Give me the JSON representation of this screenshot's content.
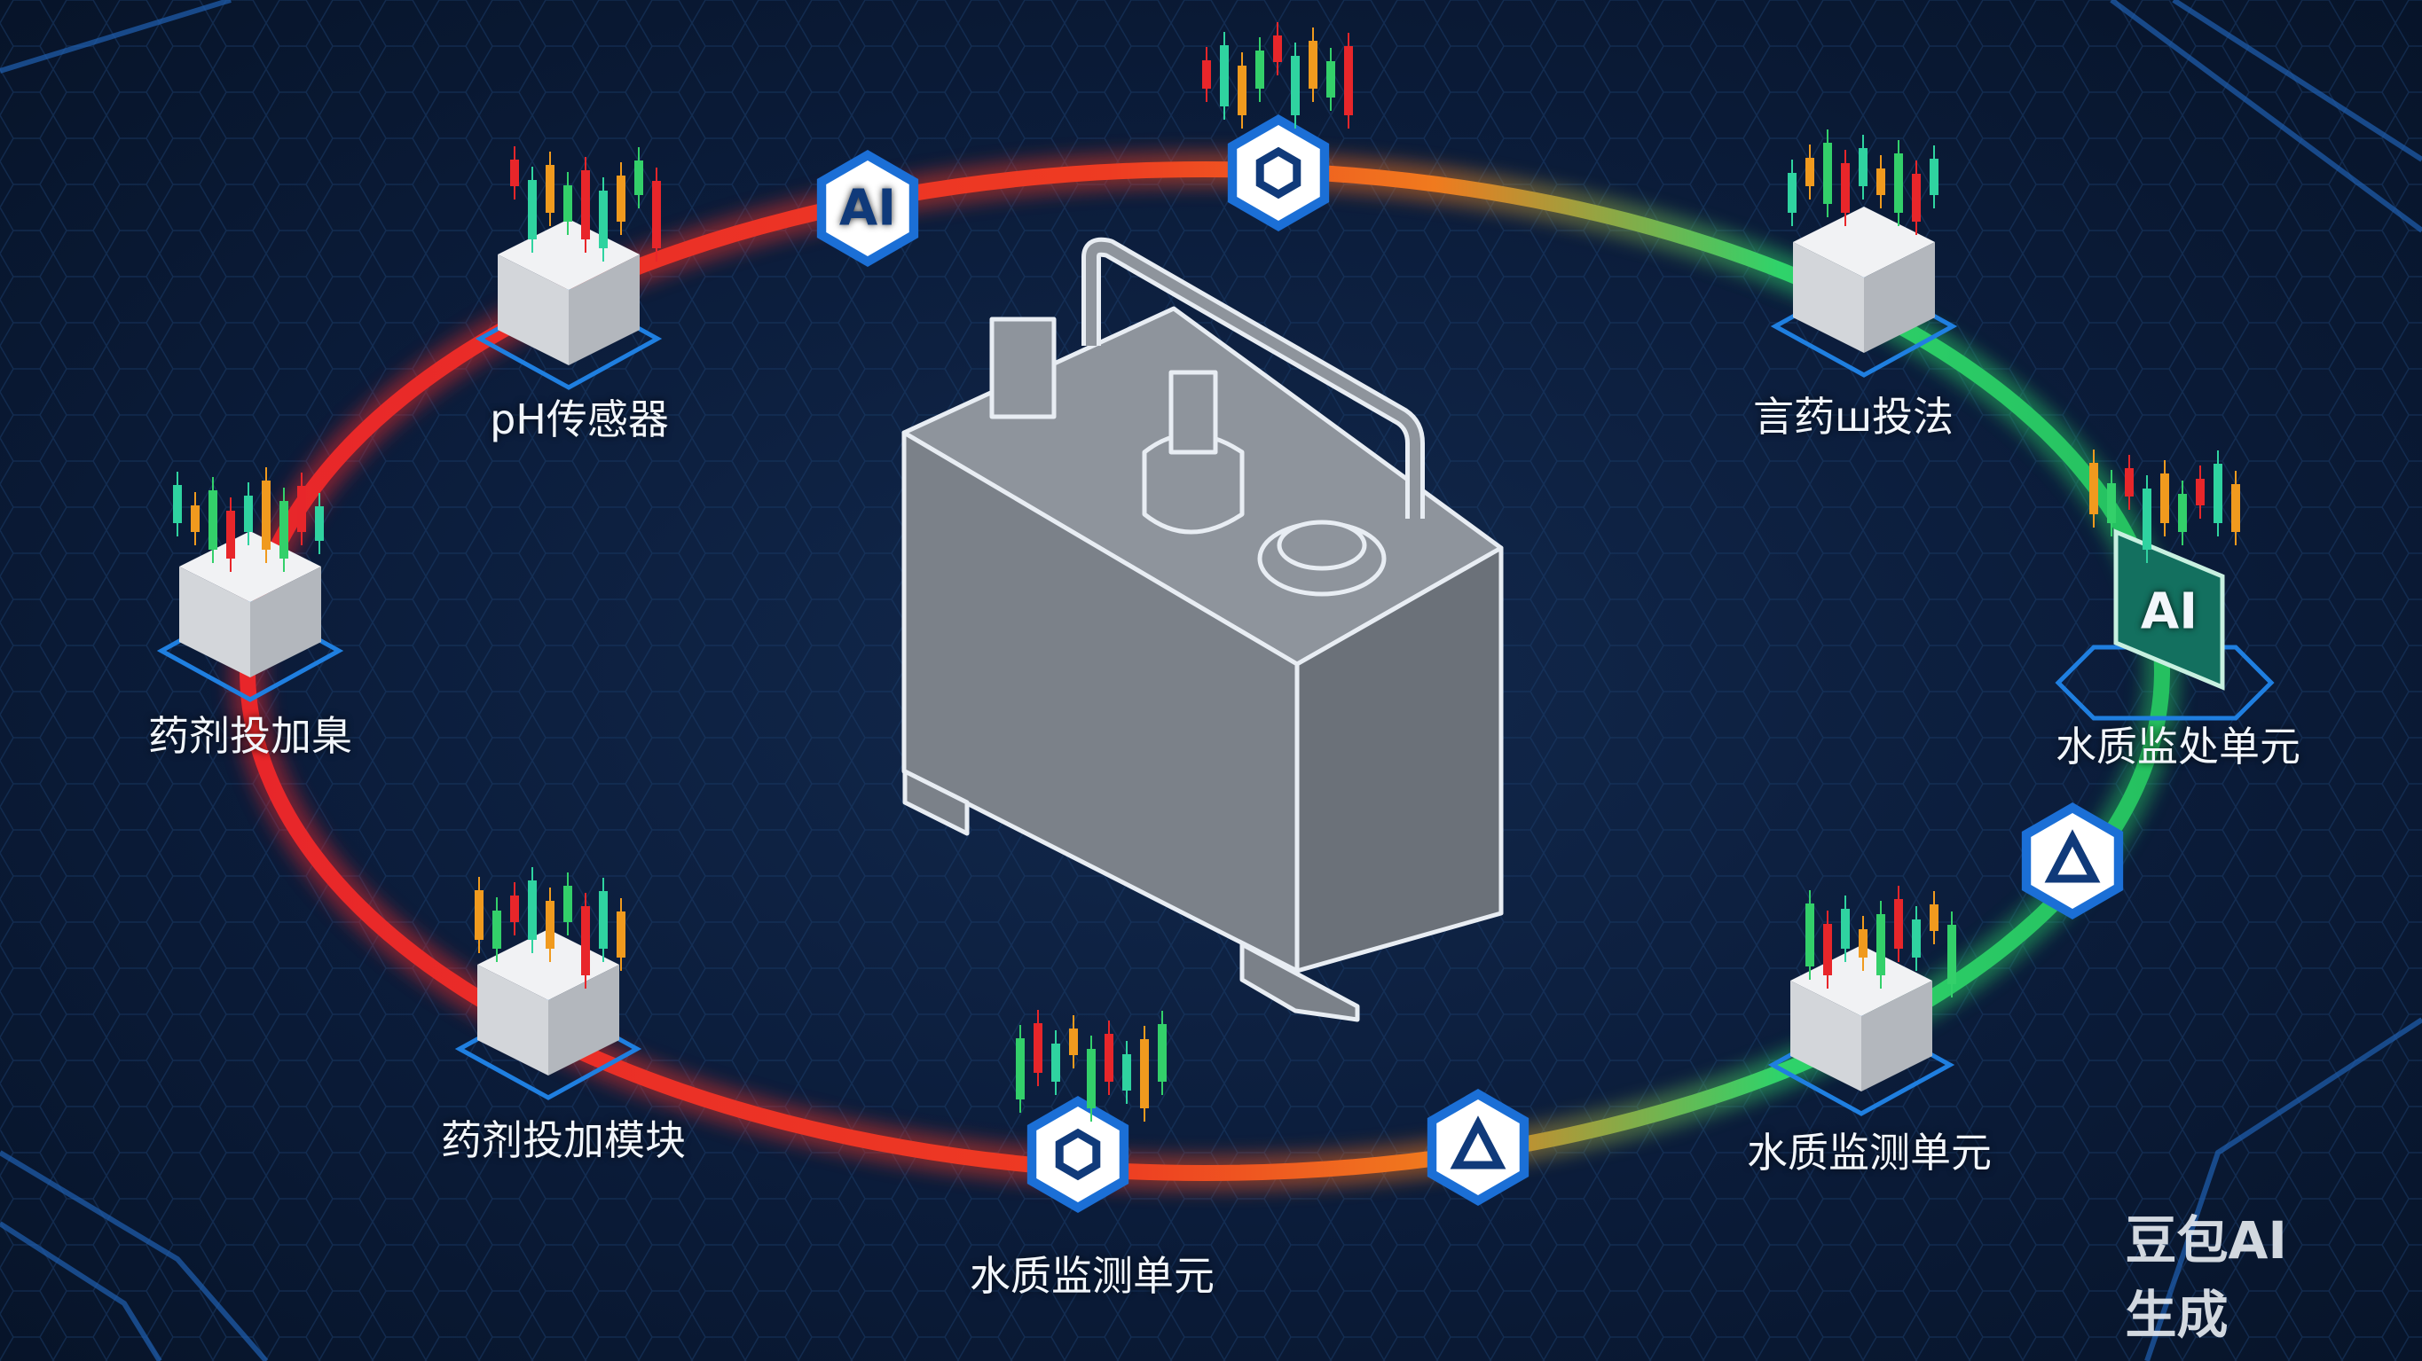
{
  "nodes": [
    {
      "label": "pH传感器"
    },
    {
      "label": "药剂投加臬"
    },
    {
      "label": "药剂投加模块"
    },
    {
      "label": "水质监测单元"
    },
    {
      "label": "水质监测单元"
    },
    {
      "label": "水质监处单元"
    },
    {
      "label": "言药ш投法"
    }
  ],
  "badges": {
    "ai_left": "AI",
    "ai_right": "AI"
  },
  "watermark": "豆包AI生成",
  "colors": {
    "ring_red": "#e8262a",
    "ring_orange": "#f07a1e",
    "ring_green": "#2fd36a",
    "badge_blue": "#1b6fd6",
    "ai_card": "#13705f"
  }
}
